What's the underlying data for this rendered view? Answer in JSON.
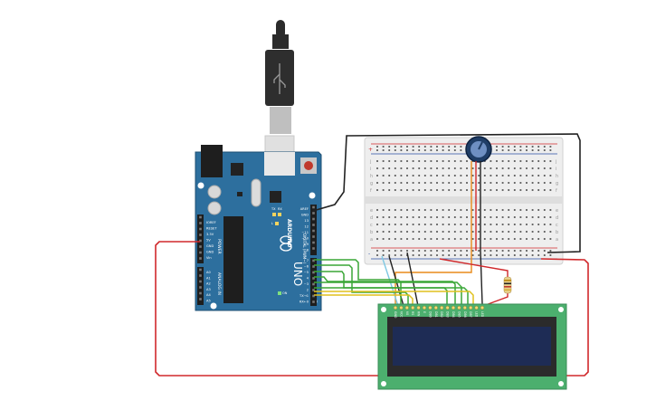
{
  "canvas": {
    "background": "#ffffff"
  },
  "colors": {
    "board": "#2d6f9e",
    "board_dark": "#1d4f73",
    "breadboard": "#eeeeee",
    "lcd_pcb": "#4caf6e",
    "lcd_screen": "#1e2c55",
    "wire_red": "#d0282b",
    "wire_black": "#222222",
    "wire_green": "#3aa637",
    "wire_yellow": "#e0c11e",
    "wire_orange": "#e88a1a",
    "wire_cyan": "#7ec8e3",
    "pot": "#1f3d66"
  },
  "usb_cable": {
    "icon": "usb-icon"
  },
  "arduino": {
    "model_label": "UNO",
    "brand_label": "ARDUINO",
    "digital_label": "DIGITAL (PWM~)",
    "power_label": "POWER",
    "analog_label": "ANALOG IN",
    "led_labels": [
      "TX",
      "RX",
      "L",
      "ON"
    ],
    "power_pins": [
      "IOREF",
      "RESET",
      "3.3V",
      "5V",
      "GND",
      "GND",
      "Vin"
    ],
    "analog_pins": [
      "A0",
      "A1",
      "A2",
      "A3",
      "A4",
      "A5"
    ],
    "digital_pins_top": [
      "AREF",
      "GND",
      "13",
      "12",
      "~11",
      "~10",
      "~9",
      "8"
    ],
    "digital_pins_bottom": [
      "7",
      "~6",
      "~5",
      "4",
      "~3",
      "2",
      "TX→1",
      "RX←0"
    ]
  },
  "breadboard": {
    "row_letters_top": [
      "j",
      "i",
      "h",
      "g",
      "f"
    ],
    "row_letters_bottom": [
      "e",
      "d",
      "c",
      "b",
      "a"
    ],
    "rail_signs": [
      "+",
      "-"
    ]
  },
  "lcd": {
    "pin_labels": [
      "GND",
      "VCC",
      "V0",
      "RS",
      "RW",
      "E",
      "DB0",
      "DB1",
      "DB2",
      "DB3",
      "DB4",
      "DB5",
      "DB6",
      "DB7",
      "LED",
      "LED"
    ]
  },
  "resistor": {
    "bands": [
      "#b8860b",
      "#222222",
      "#c0392b",
      "#d4af37"
    ]
  }
}
